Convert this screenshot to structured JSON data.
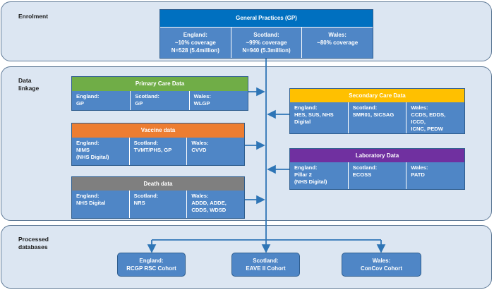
{
  "sections": {
    "enrolment": "Enrolment",
    "linkage": "Data\nlinkage",
    "processed": "Processed\ndatabases"
  },
  "gp": {
    "title": "General Practices (GP)",
    "cells": [
      "England:\n~10% coverage\nN=528 (5.4million)",
      "Scotland:\n~99% coverage\nN=940 (5.3million)",
      "Wales:\n~80% coverage"
    ]
  },
  "primary": {
    "title": "Primary Care Data",
    "cells": [
      "England:\nGP",
      "Scotland:\nGP",
      "Wales:\nWLGP"
    ]
  },
  "vaccine": {
    "title": "Vaccine data",
    "cells": [
      "England:\nNIMS\n(NHS Digital)",
      "Scotland:\nTVMT/PHS, GP",
      "Wales:\nCVVD"
    ]
  },
  "death": {
    "title": "Death data",
    "cells": [
      "England:\nNHS Digital",
      "Scotland:\nNRS",
      "Wales:\nADDD, ADDE,\nCDDS, WDSD"
    ]
  },
  "secondary": {
    "title": "Secondary Care Data",
    "cells": [
      "England:\nHES, SUS, NHS\nDigital",
      "Scotland:\nSMR01, SICSAG",
      "Wales:\nCCDS, EDDS, ICCD,\nICNC, PEDW"
    ]
  },
  "laboratory": {
    "title": "Laboratory Data",
    "cells": [
      "England:\nPillar 2\n(NHS Digital)",
      "Scotland:\nECOSS",
      "Wales:\nPATD"
    ]
  },
  "outputs": [
    "England:\nRCGP RSC Cohort",
    "Scotland:\nEAVE II Cohort",
    "Wales:\nConCov Cohort"
  ],
  "colors": {
    "gp_header": "#0070c0",
    "primary_header": "#70ad47",
    "vaccine_header": "#ed7d31",
    "death_header": "#7f7f7f",
    "secondary_header": "#ffc000",
    "laboratory_header": "#7030a0",
    "box_body": "#4f86c6",
    "section_bg": "#dce6f2",
    "connector": "#2e75b6"
  }
}
